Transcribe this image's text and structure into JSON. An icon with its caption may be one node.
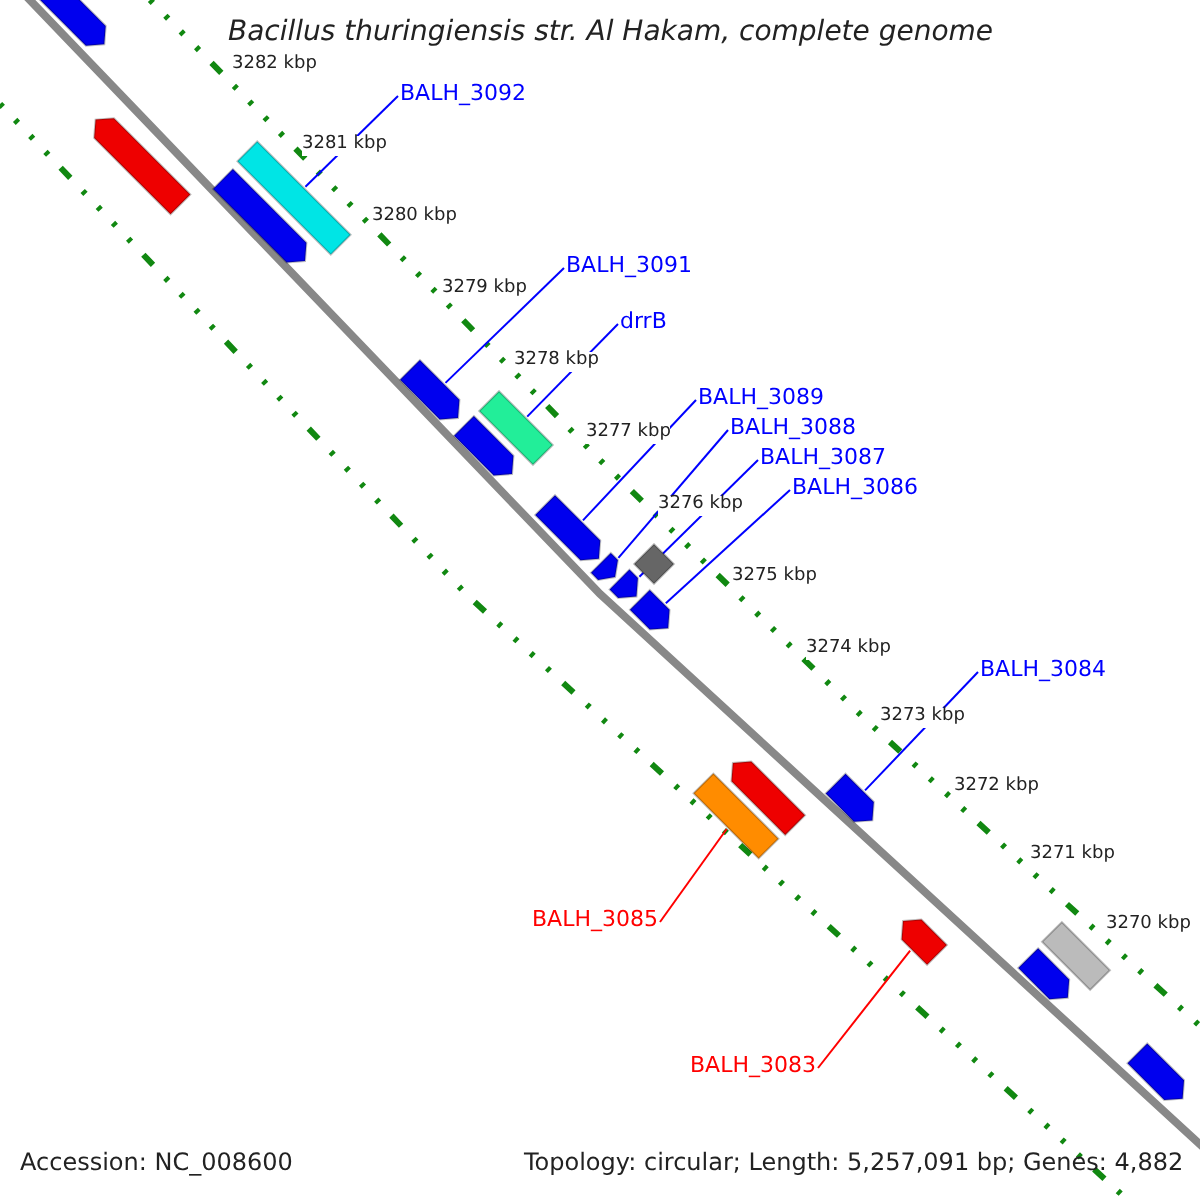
{
  "diagram": {
    "title": "Bacillus thuringiensis str. Al Hakam, complete genome",
    "nodes": [
      {
        "text": [],
        "shape": "arrow"
      },
      {
        "text": [
          "BALH_3092"
        ]
      },
      {
        "text": [],
        "shape": "bar"
      },
      {
        "text": [],
        "shape": "arrow"
      },
      {
        "text": [],
        "shape": "arrow"
      },
      {
        "text": [
          "BALH_3091"
        ]
      },
      {
        "text": [],
        "shape": "arrow"
      },
      {
        "text": [
          "drrB"
        ]
      },
      {
        "text": [],
        "shape": "bar"
      },
      {
        "text": [],
        "shape": "arrow"
      },
      {
        "text": [
          "BALH_3089"
        ]
      },
      {
        "text": [],
        "shape": "arrow"
      },
      {
        "text": [
          "BALH_3088"
        ]
      },
      {
        "text": [],
        "shape": "bar"
      },
      {
        "text": [
          "BALH_3087"
        ]
      },
      {
        "text": [],
        "shape": "arrow"
      },
      {
        "text": [
          "BALH_3086"
        ]
      },
      {
        "text": [],
        "shape": "arrow"
      },
      {
        "text": [],
        "shape": "arrow"
      },
      {
        "text": [
          "BALH_3084"
        ]
      },
      {
        "text": [],
        "shape": "arrow"
      },
      {
        "text": [],
        "shape": "arrow"
      },
      {
        "text": [],
        "shape": "bar"
      },
      {
        "text": [
          "BALH_3085"
        ]
      },
      {
        "text": [],
        "shape": "arrow"
      },
      {
        "text": [
          "BALH_3083"
        ]
      },
      {
        "text": [],
        "shape": "bar"
      },
      {
        "text": [],
        "shape": "arrow"
      },
      {
        "text": [],
        "shape": "arrow"
      }
    ],
    "edges": [
      {
        "from": 1,
        "to": 2,
        "arrow": "none"
      },
      {
        "from": 5,
        "to": 6,
        "arrow": "none"
      },
      {
        "from": 7,
        "to": 8,
        "arrow": "none"
      },
      {
        "from": 10,
        "to": 11,
        "arrow": "none"
      },
      {
        "from": 12,
        "to": 15,
        "arrow": "none"
      },
      {
        "from": 14,
        "to": 17,
        "arrow": "none"
      },
      {
        "from": 16,
        "to": 18,
        "arrow": "none"
      },
      {
        "from": 19,
        "to": 20,
        "arrow": "none"
      },
      {
        "from": 23,
        "to": 22,
        "arrow": "none",
        "color": "#ff0000"
      },
      {
        "from": 25,
        "to": 24,
        "arrow": "none",
        "color": "#ff0000"
      }
    ],
    "labels": [
      "3282 kbp",
      "3281 kbp",
      "3280 kbp",
      "3279 kbp",
      "3278 kbp",
      "3277 kbp",
      "3276 kbp",
      "3275 kbp",
      "3274 kbp",
      "3273 kbp",
      "3272 kbp",
      "3271 kbp",
      "3270 kbp",
      "Accession: NC_008600",
      "Topology: circular; Length: 5,257,091 bp; Genes: 4,882"
    ]
  }
}
